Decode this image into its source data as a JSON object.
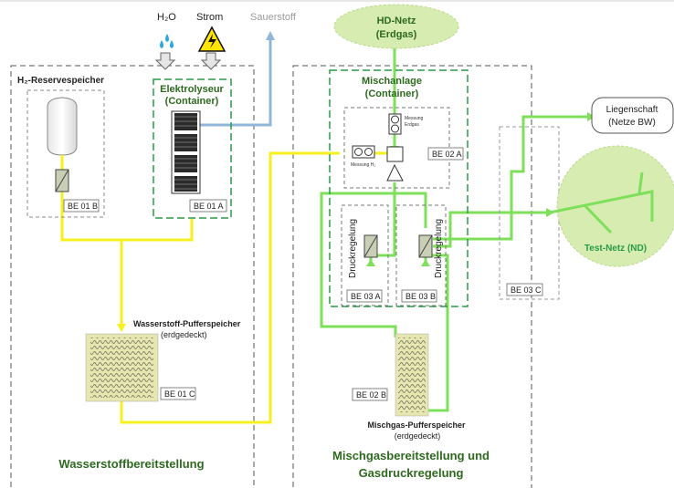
{
  "inputs": {
    "h2o": "H₂O",
    "strom": "Strom",
    "sauerstoff": "Sauerstoff"
  },
  "hd_netz": {
    "line1": "HD-Netz",
    "line2": "(Erdgas)"
  },
  "reservespeicher": {
    "title": "H₂-Reservespeicher",
    "tag": "BE 01 B"
  },
  "elektrolyseur": {
    "line1": "Elektrolyseur",
    "line2": "(Container)",
    "tag": "BE 01 A"
  },
  "mischanlage": {
    "line1": "Mischanlage",
    "line2": "(Container)",
    "tag": "BE 02 A"
  },
  "messung_erdgas": {
    "line1": "Messung",
    "line2": "Erdgas"
  },
  "messung_h2": "Messung H₂",
  "druckregelung_a": {
    "label": "Druckregelung",
    "tag": "BE 03 A"
  },
  "druckregelung_b": {
    "label": "Druckregelung",
    "tag": "BE 03 B"
  },
  "be03c": "BE 03 C",
  "liegenschaft": {
    "line1": "Liegenschaft",
    "line2": "(Netze BW)"
  },
  "test_netz": "Test-Netz (ND)",
  "h2_puffer": {
    "line1": "Wasserstoff-Pufferspeicher",
    "line2": "(erdgedeckt)",
    "tag": "BE 01 C"
  },
  "misch_puffer": {
    "line1": "Mischgas-Pufferspeicher",
    "line2": "(erdgedeckt)",
    "tag": "BE 02 B"
  },
  "section_left": "Wasserstoffbereitstellung",
  "section_mid": {
    "line1": "Mischgasbereitstellung und",
    "line2": "Gasdruckregelung"
  },
  "colors": {
    "hydrogen": "#f5f01e",
    "gas_green": "#7ee05a",
    "oxygen": "#8fb6d8",
    "container_green": "#2a9a46",
    "label_green": "#2d6a1e",
    "network_fill": "#d6ecb0"
  }
}
